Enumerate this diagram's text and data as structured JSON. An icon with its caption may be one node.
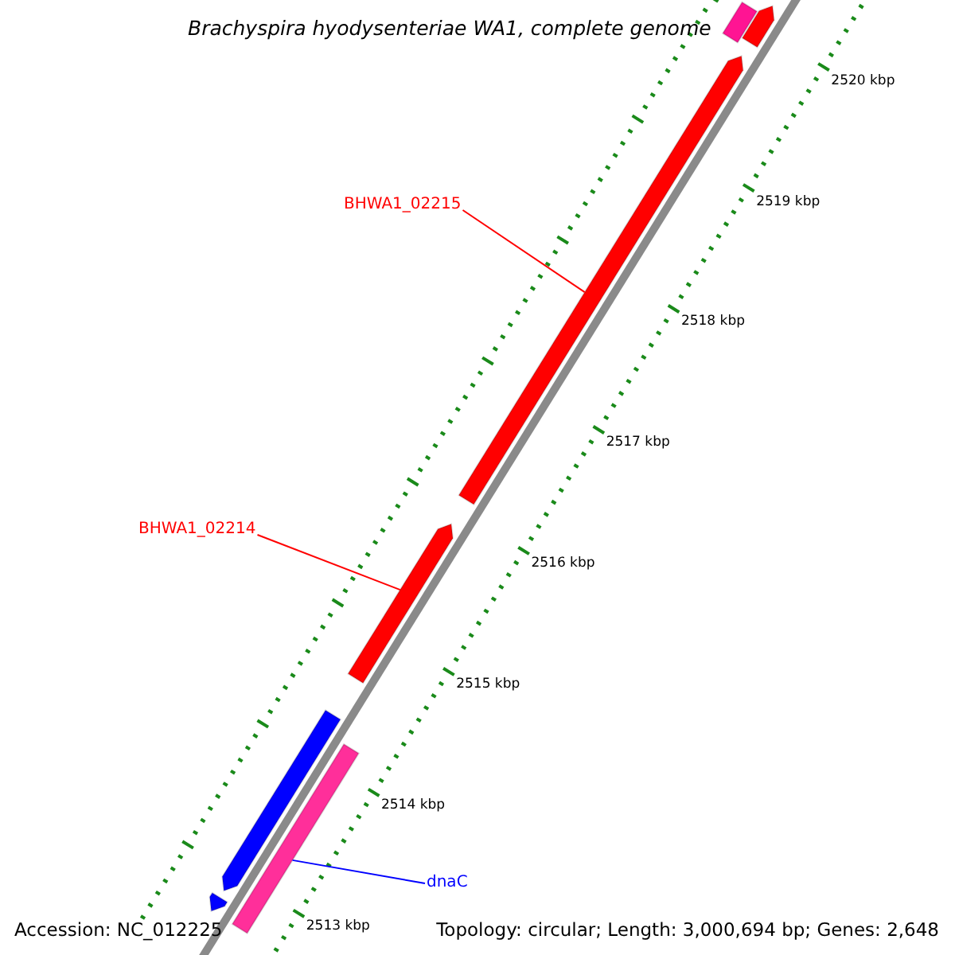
{
  "diagram": {
    "title": "Brachyspira hyodysenteriae WA1, complete genome",
    "nodes": [
      {
        "text": [],
        "shape": "bar"
      },
      {
        "text": [],
        "shape": "bar"
      },
      {
        "text": [
          "BHWA1_02215"
        ]
      },
      {
        "text": [],
        "shape": "bar"
      },
      {
        "text": [
          "BHWA1_02214"
        ]
      },
      {
        "text": [],
        "shape": "bar"
      },
      {
        "text": [],
        "shape": "bar"
      },
      {
        "text": [],
        "shape": "bar"
      },
      {
        "text": [
          "dnaC"
        ]
      },
      {
        "text": [],
        "shape": "bar"
      }
    ],
    "edges": [
      {
        "from": 2,
        "to": 3,
        "arrow": "none",
        "color": "#ff0000"
      },
      {
        "from": 4,
        "to": 5,
        "arrow": "none",
        "color": "#ff0000"
      },
      {
        "from": 8,
        "to": 7,
        "arrow": "none",
        "color": "#0000ff"
      }
    ],
    "labels": [
      "2520 kbp",
      "2519 kbp",
      "2518 kbp",
      "2517 kbp",
      "2516 kbp",
      "2515 kbp",
      "2514 kbp",
      "2513 kbp",
      "Accession: NC_012225",
      "Topology: circular; Length: 3,000,694 bp; Genes: 2,648"
    ]
  }
}
